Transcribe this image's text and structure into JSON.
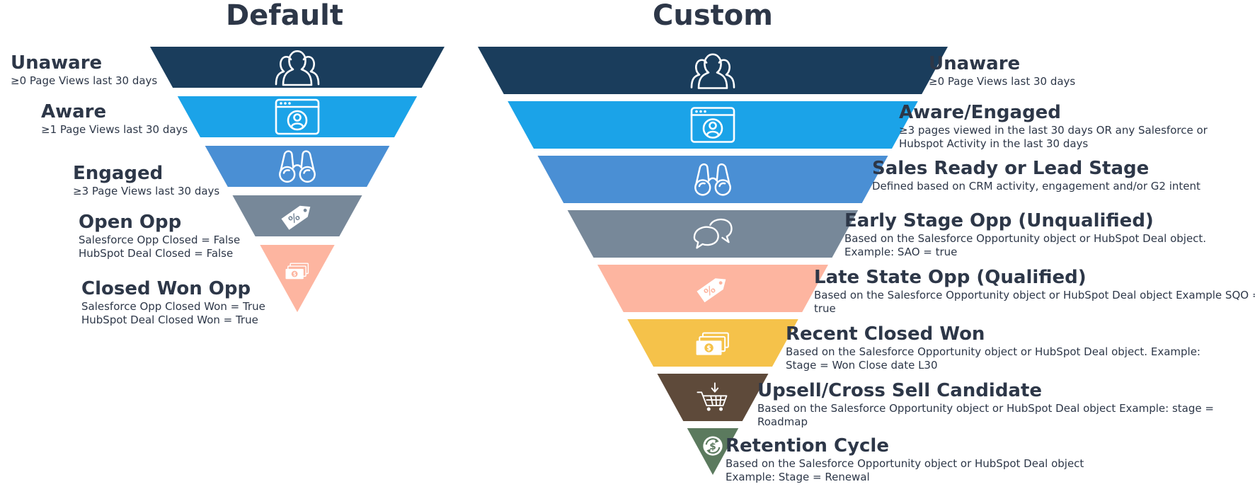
{
  "default_funnel": {
    "heading": "Default",
    "stages": [
      {
        "title": "Unaware",
        "lines": [
          "≥0 Page Views last 30 days"
        ],
        "color": "#1a3d5c",
        "icon": "people-icon"
      },
      {
        "title": "Aware",
        "lines": [
          "≥1 Page Views last 30 days"
        ],
        "color": "#1ba3e8",
        "icon": "browser-profile-icon"
      },
      {
        "title": "Engaged",
        "lines": [
          "≥3 Page Views last 30 days"
        ],
        "color": "#4a8fd4",
        "icon": "binoculars-icon"
      },
      {
        "title": "Open Opp",
        "lines": [
          "Salesforce Opp Closed = False",
          "HubSpot Deal Closed = False"
        ],
        "color": "#778899",
        "icon": "price-tag-icon"
      },
      {
        "title": "Closed Won Opp",
        "lines": [
          "Salesforce Opp Closed Won = True",
          "HubSpot Deal Closed Won = True"
        ],
        "color": "#fdb5a0",
        "icon": "money-icon"
      }
    ]
  },
  "custom_funnel": {
    "heading": "Custom",
    "stages": [
      {
        "title": "Unaware",
        "lines": [
          "≥0 Page Views last 30 days"
        ],
        "color": "#1a3d5c",
        "icon": "people-icon"
      },
      {
        "title": "Aware/Engaged",
        "lines": [
          "≥3 pages viewed in the last 30 days OR any Salesforce or",
          "Hubspot Activity in the last 30 days"
        ],
        "color": "#1ba3e8",
        "icon": "browser-profile-icon"
      },
      {
        "title": "Sales Ready or Lead Stage",
        "lines": [
          "Defined based on CRM activity, engagement and/or G2 intent"
        ],
        "color": "#4a8fd4",
        "icon": "binoculars-icon"
      },
      {
        "title": "Early Stage Opp (Unqualified)",
        "lines": [
          "Based on the Salesforce Opportunity object or HubSpot Deal object.",
          "Example: SAO = true"
        ],
        "color": "#778899",
        "icon": "chat-bubbles-icon"
      },
      {
        "title": "Late State Opp (Qualified)",
        "lines": [
          "Based on the Salesforce Opportunity object or HubSpot Deal object Example SQO =",
          "true"
        ],
        "color": "#fdb5a0",
        "icon": "price-tag-icon"
      },
      {
        "title": "Recent Closed Won",
        "lines": [
          "Based on the Salesforce Opportunity object or HubSpot Deal object. Example:",
          "Stage = Won Close date L30"
        ],
        "color": "#f5c24a",
        "icon": "money-icon"
      },
      {
        "title": "Upsell/Cross Sell Candidate",
        "lines": [
          "Based on the Salesforce Opportunity object or HubSpot Deal object Example: stage =",
          "Roadmap"
        ],
        "color": "#5e4a3a",
        "icon": "shopping-cart-icon"
      },
      {
        "title": "Retention Cycle",
        "lines": [
          "Based on the Salesforce Opportunity object or HubSpot Deal object",
          "Example: Stage = Renewal"
        ],
        "color": "#5b7a5e",
        "icon": "renewal-dollar-icon"
      }
    ]
  }
}
